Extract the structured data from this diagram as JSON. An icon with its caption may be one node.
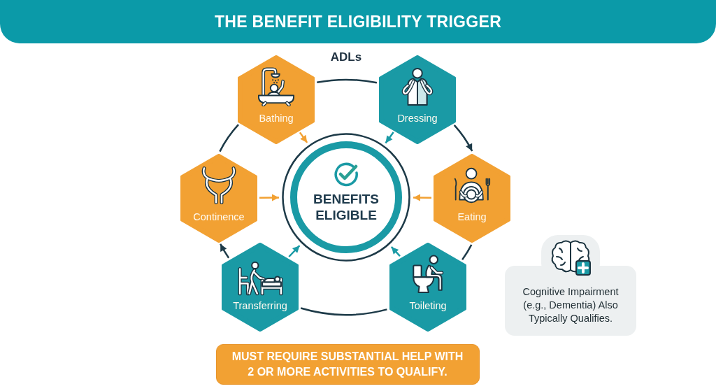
{
  "diagram": {
    "title": "THE BENEFIT ELIGIBILITY TRIGGER",
    "nodes": [
      {
        "text": [
          "Bathing"
        ]
      },
      {
        "text": [
          "Dressing"
        ]
      },
      {
        "text": [
          "Continence"
        ]
      },
      {
        "text": [
          "BENEFITS ELIGIBLE"
        ]
      },
      {
        "text": [
          "Eating"
        ]
      },
      {
        "text": [
          "Transferring"
        ]
      },
      {
        "text": [
          "Toileting"
        ]
      },
      {
        "text": [
          "MUST REQUIRE SUBSTANTIAL HELP WITH 2 OR MORE ACTIVITIES TO QUALIFY."
        ]
      },
      {
        "text": [
          "Cognitive Impairment (e.g., Dementia) Also Typically Qualifies."
        ]
      }
    ],
    "edges": [
      {
        "from": 0,
        "to": 3,
        "arrow": "to",
        "color": "#f2a133"
      },
      {
        "from": 1,
        "to": 3,
        "arrow": "to",
        "color": "#1a9aa5"
      },
      {
        "from": 2,
        "to": 3,
        "arrow": "to",
        "color": "#f2a133"
      },
      {
        "from": 4,
        "to": 3,
        "arrow": "to",
        "color": "#f2a133"
      },
      {
        "from": 5,
        "to": 3,
        "arrow": "to",
        "color": "#1a9aa5"
      },
      {
        "from": 6,
        "to": 3,
        "arrow": "to",
        "color": "#1a9aa5"
      },
      {
        "from": 0,
        "to": 1,
        "arrow": "none"
      },
      {
        "from": 1,
        "to": 4,
        "arrow": "to"
      },
      {
        "from": 4,
        "to": 6,
        "arrow": "none"
      },
      {
        "from": 6,
        "to": 5,
        "arrow": "none"
      },
      {
        "from": 5,
        "to": 2,
        "arrow": "to"
      },
      {
        "from": 2,
        "to": 0,
        "arrow": "none"
      }
    ],
    "labels": [
      "ADLs"
    ]
  }
}
